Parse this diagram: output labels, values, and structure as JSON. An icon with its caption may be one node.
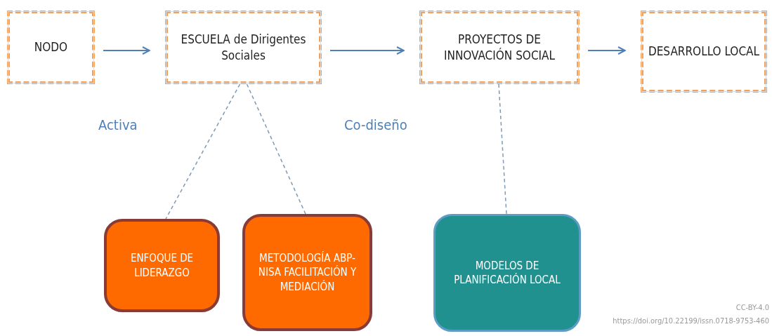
{
  "diagram": {
    "nodes": [
      {
        "text": [
          "NODO"
        ]
      },
      {
        "text": [
          "ESCUELA de Dirigentes Sociales"
        ]
      },
      {
        "text": [
          "PROYECTOS DE INNOVACIÓN SOCIAL"
        ]
      },
      {
        "text": [
          "DESARROLLO LOCAL"
        ]
      },
      {
        "text": [
          "ENFOQUE DE LIDERAZGO"
        ]
      },
      {
        "text": [
          "METODOLOGÍA ABP-NISA FACILITACIÓN Y MEDIACIÓN"
        ]
      },
      {
        "text": [
          "MODELOS DE PLANIFICACIÓN LOCAL"
        ]
      }
    ],
    "edges": [
      {
        "from": 0,
        "to": 1,
        "arrow": "to"
      },
      {
        "from": 1,
        "to": 2,
        "arrow": "to"
      },
      {
        "from": 2,
        "to": 3,
        "arrow": "to"
      },
      {
        "from": 1,
        "to": 4,
        "arrow": "none",
        "style": "dashed"
      },
      {
        "from": 1,
        "to": 5,
        "arrow": "none",
        "style": "dashed"
      },
      {
        "from": 2,
        "to": 6,
        "arrow": "none",
        "style": "dashed"
      }
    ],
    "labels": [
      "Activa",
      "Co-diseño",
      "CC-BY-4.0",
      "https://doi.org/10.22199/issn.0718-9753-460"
    ]
  }
}
